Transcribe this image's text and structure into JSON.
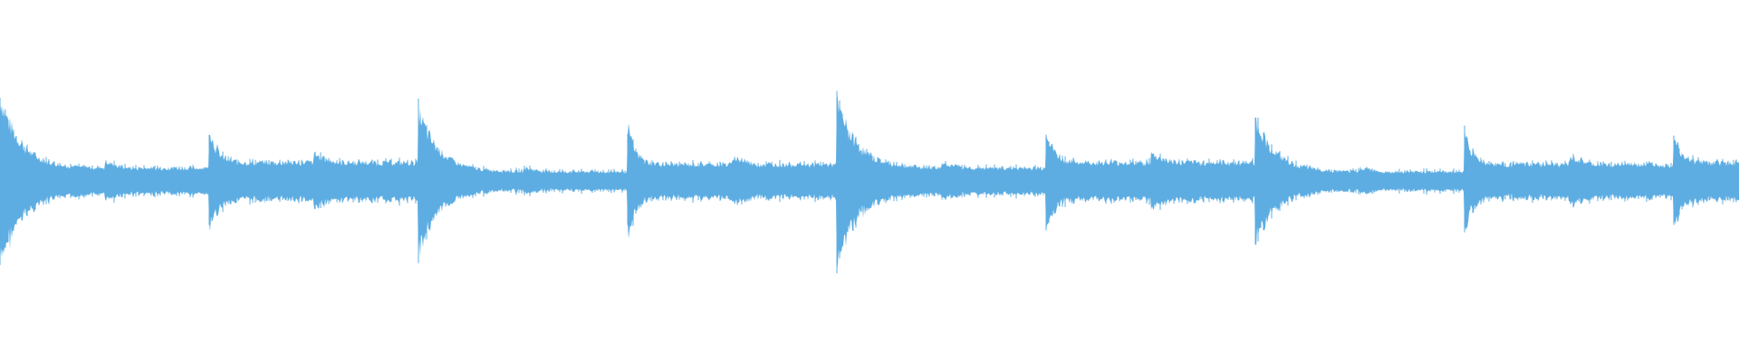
{
  "waveform": {
    "color": "#5dade2",
    "background": "#ffffff",
    "segments": [
      {
        "peak": 0.46,
        "tail": 0.07,
        "decay": "slow"
      },
      {
        "peak": 0.3,
        "tail": 0.1,
        "decay": "fast"
      },
      {
        "peak": 0.38,
        "tail": 0.05,
        "decay": "slow"
      },
      {
        "peak": 0.3,
        "tail": 0.09,
        "decay": "fast"
      },
      {
        "peak": 0.43,
        "tail": 0.07,
        "decay": "slow"
      },
      {
        "peak": 0.29,
        "tail": 0.1,
        "decay": "fast"
      },
      {
        "peak": 0.34,
        "tail": 0.05,
        "decay": "slow"
      },
      {
        "peak": 0.29,
        "tail": 0.09,
        "decay": "fast"
      },
      {
        "peak": 0.27,
        "tail": 0.1,
        "decay": "fast"
      }
    ]
  }
}
